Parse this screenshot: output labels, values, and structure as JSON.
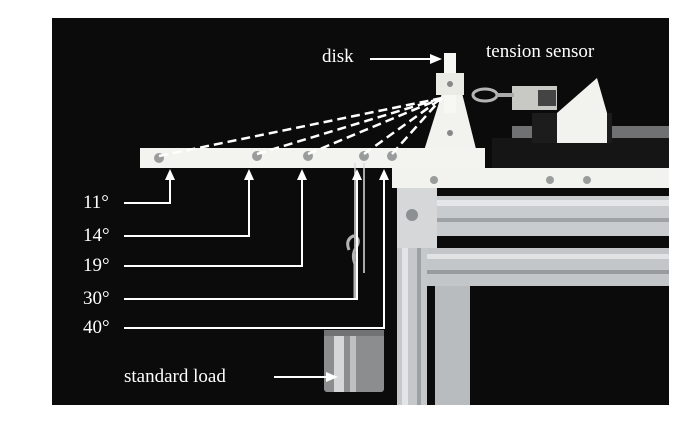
{
  "labels": {
    "disk": "disk",
    "tension_sensor": "tension sensor",
    "standard_load": "standard  load",
    "angles": [
      "11°",
      "14°",
      "19°",
      "30°",
      "40°"
    ]
  },
  "colors": {
    "background": "#0b0b0b",
    "annotation": "#ffffff",
    "plastic": "#f2f2ee",
    "aluminum": "#c9ccce",
    "steel": "#9a9c9c"
  }
}
